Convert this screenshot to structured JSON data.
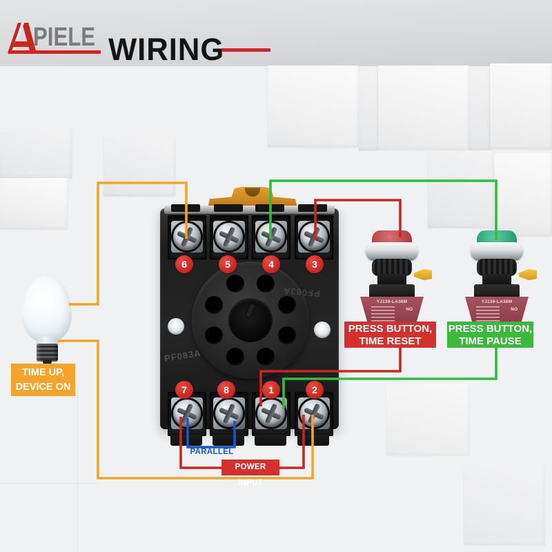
{
  "header": {
    "brand_mark": "A",
    "brand_name": "PIELE",
    "title": "WIRING"
  },
  "socket": {
    "model": "PF083A",
    "model_mirrored": "PF083A",
    "top_terminals": [
      "6",
      "5",
      "4",
      "3"
    ],
    "bottom_terminals": [
      "7",
      "8",
      "1",
      "2"
    ]
  },
  "bulb": {
    "label_line1": "TIME UP,",
    "label_line2": "DEVICE ON"
  },
  "buttons": {
    "reset": {
      "model": "YJ139-LA38M",
      "no_mark": "NO",
      "label_line1": "PRESS BUTTON,",
      "label_line2": "TIME RESET"
    },
    "pause": {
      "model": "YJ139-LA38M",
      "no_mark": "NO",
      "label_line1": "PRESS BUTTON,",
      "label_line2": "TIME PAUSE"
    }
  },
  "annotations": {
    "parallel": "PARALLEL",
    "power_input": "POWER INPUT"
  },
  "colors": {
    "wire_orange": "#f5a41f",
    "wire_red": "#c8271f",
    "wire_green": "#2fbe3e",
    "wire_blue": "#1b57c9",
    "label_orange_bg": "#f5a32a",
    "label_red_bg": "#d2312d",
    "label_green_bg": "#3cb83c",
    "badge_red": "#d2312d",
    "brand_red": "#d42323",
    "brand_gray": "#7b7b7b"
  }
}
